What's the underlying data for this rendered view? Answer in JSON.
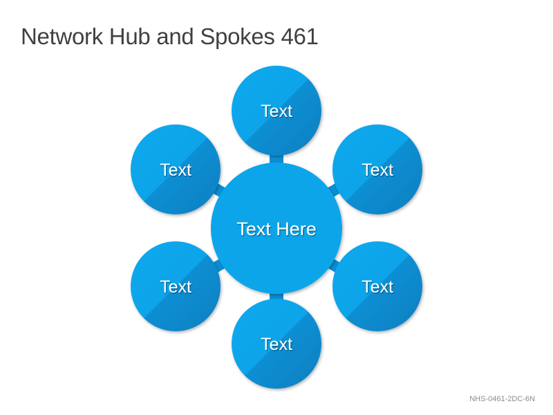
{
  "slide": {
    "title": "Network Hub and Spokes 461",
    "code": "NHS-0461-2DC-6N"
  },
  "hub": {
    "label": "Text Here"
  },
  "spokes": [
    {
      "label": "Text"
    },
    {
      "label": "Text"
    },
    {
      "label": "Text"
    },
    {
      "label": "Text"
    },
    {
      "label": "Text"
    },
    {
      "label": "Text"
    }
  ],
  "colors": {
    "fill": "#0ea5ea",
    "fill_dark": "#0b86c6",
    "connector": "#0a8fd4",
    "text": "#ffffff",
    "title": "#404040"
  }
}
